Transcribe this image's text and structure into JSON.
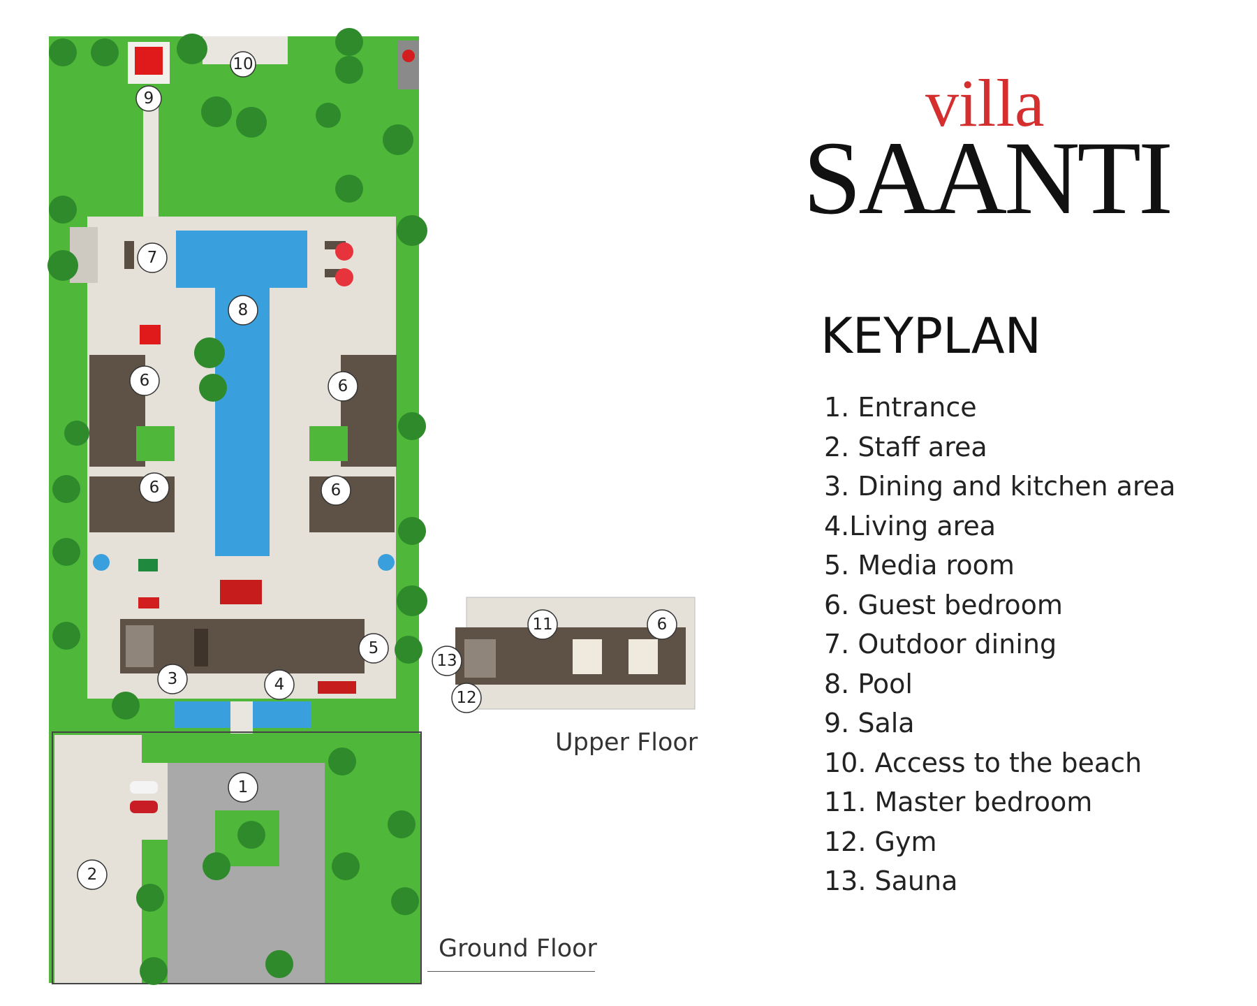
{
  "brand": {
    "prefix": "villa",
    "name": "SAANTI"
  },
  "keyplan_title": "KEYPLAN",
  "legend": [
    "1. Entrance",
    "2. Staff area",
    "3. Dining and kitchen area",
    "4.Living area",
    "5. Media room",
    "6. Guest bedroom",
    "7. Outdoor dining",
    "8. Pool",
    "9. Sala",
    "10. Access to the  beach",
    "11. Master bedroom",
    "12. Gym",
    "13. Sauna"
  ],
  "floors": {
    "ground": "Ground Floor",
    "upper": "Upper Floor"
  },
  "markers": {
    "entrance": "1",
    "staff": "2",
    "dining": "3",
    "living": "4",
    "media": "5",
    "guest": "6",
    "outdoor_dining": "7",
    "pool": "8",
    "sala": "9",
    "beach": "10",
    "master": "11",
    "gym": "12",
    "sauna": "13"
  },
  "colors": {
    "brand_red": "#d42e2e",
    "lawn": "#4fb83a",
    "pool": "#3aa0dd",
    "terrace": "#e6e1d8",
    "building": "#5e5247",
    "driveway": "#a9a9a9"
  }
}
